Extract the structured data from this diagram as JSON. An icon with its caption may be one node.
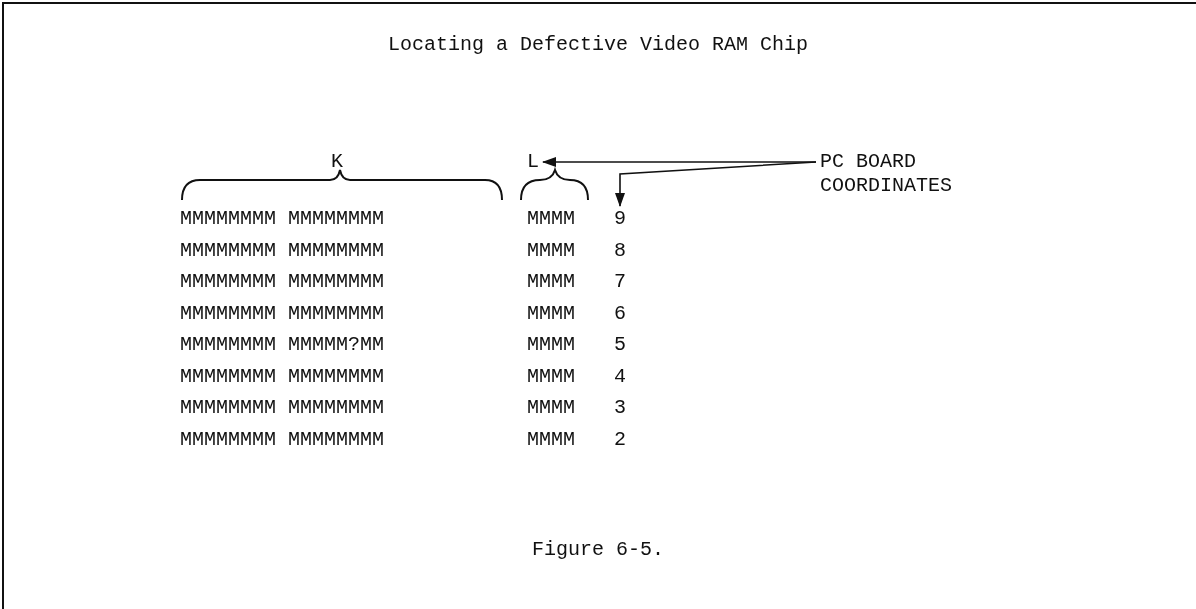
{
  "diagram": {
    "title": "Locating a Defective Video RAM Chip",
    "caption": "Figure 6-5.",
    "nodes": [
      {
        "text": [
          "PC BOARD COORDINATES"
        ]
      },
      {
        "text": [
          "L"
        ]
      },
      {
        "text": [
          "9"
        ]
      }
    ],
    "edges": [
      {
        "from": 0,
        "to": 1,
        "arrow": "to"
      },
      {
        "from": 0,
        "to": 2,
        "arrow": "to"
      }
    ],
    "labels": [
      "K",
      "MMMMMMMM",
      "MMMMMMMM",
      "MMMM",
      "MMMMMMMM",
      "MMMMMMMM",
      "MMMM",
      "8",
      "MMMMMMMM",
      "MMMMMMMM",
      "MMMM",
      "7",
      "MMMMMMMM",
      "MMMMMMMM",
      "MMMM",
      "6",
      "MMMMMMMM",
      "MMMMM?MM",
      "MMMM",
      "5",
      "MMMMMMMM",
      "MMMMMMMM",
      "MMMM",
      "4",
      "MMMMMMMM",
      "MMMMMMMM",
      "MMMM",
      "3",
      "MMMMMMMM",
      "MMMMMMMM",
      "MMMM",
      "2"
    ]
  }
}
